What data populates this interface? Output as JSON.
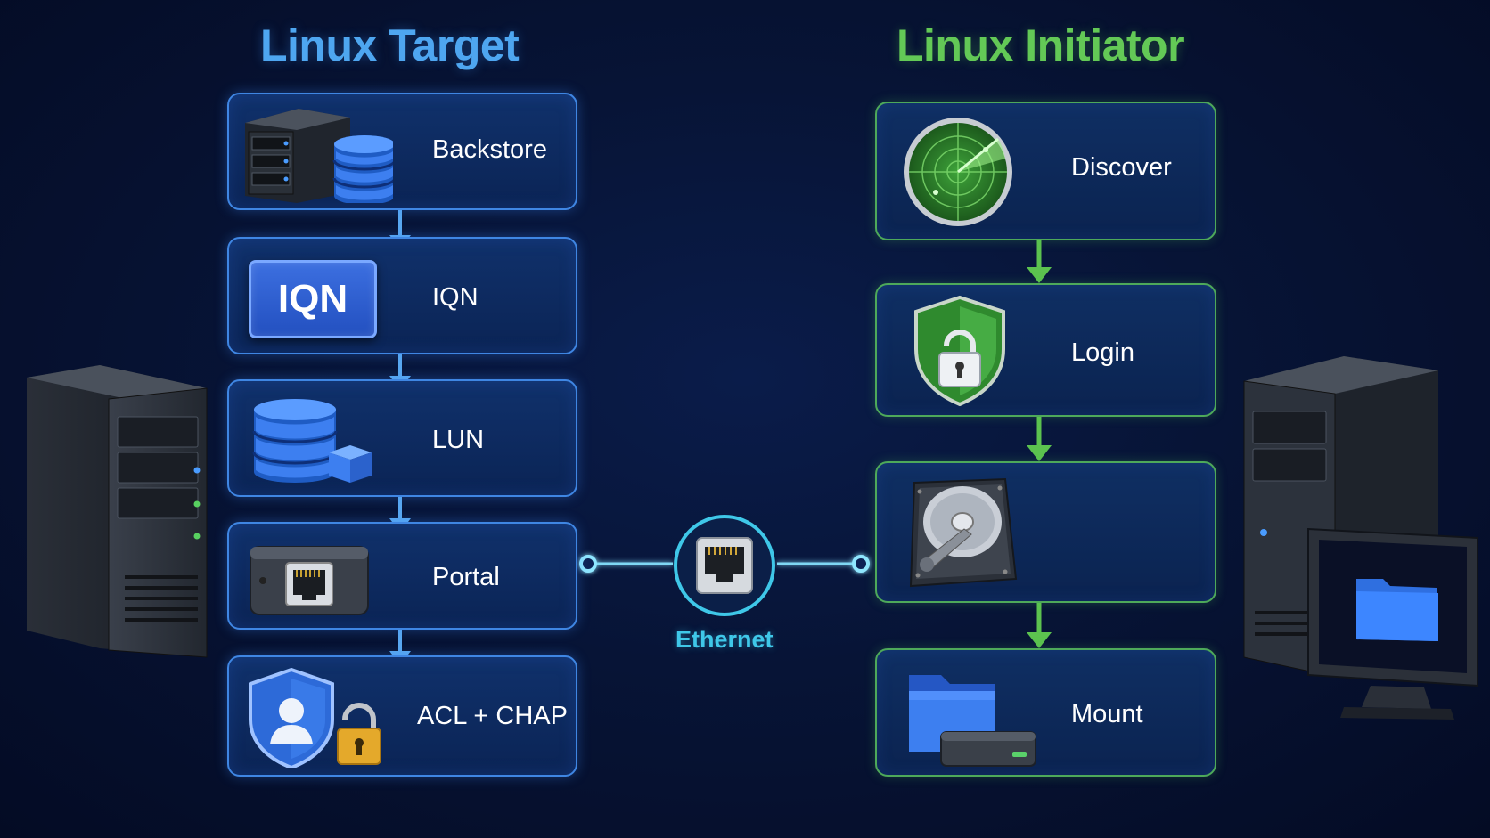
{
  "target": {
    "title": "Linux Target",
    "steps": [
      {
        "label": "Backstore",
        "icon": "server-database-icon"
      },
      {
        "label": "IQN",
        "icon": "iqn-badge-icon"
      },
      {
        "label": "LUN",
        "icon": "database-cube-icon"
      },
      {
        "label": "Portal",
        "icon": "network-port-icon"
      },
      {
        "label": "ACL + CHAP",
        "icon": "shield-user-lock-icon"
      }
    ],
    "iqn_badge_text": "IQN"
  },
  "initiator": {
    "title": "Linux Initiator",
    "steps": [
      {
        "label": "Discover",
        "icon": "radar-icon"
      },
      {
        "label": "Login",
        "icon": "shield-lock-icon"
      },
      {
        "label": "",
        "icon": "hard-disk-icon"
      },
      {
        "label": "Mount",
        "icon": "folder-drive-icon"
      }
    ]
  },
  "link": {
    "label": "Ethernet",
    "icon": "ethernet-port-icon"
  },
  "colors": {
    "background": "#061332",
    "target_accent": "#4ea6f0",
    "initiator_accent": "#63c956",
    "link_accent": "#3fc7e8"
  }
}
